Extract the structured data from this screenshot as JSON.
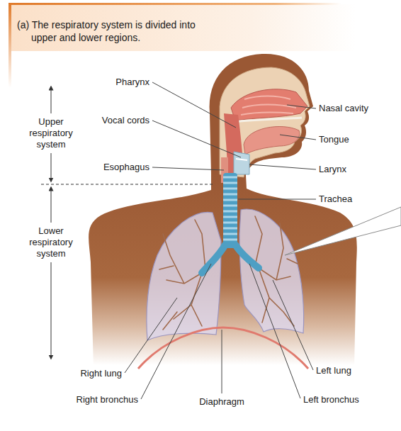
{
  "diagram": {
    "title": "(a) The respiratory system is divided into upper and lower regions.",
    "labels": [
      "Pharynx",
      "Nasal cavity",
      "Upper respiratory system",
      "Vocal cords",
      "Tongue",
      "Esophagus",
      "Larynx",
      "Trachea",
      "Lower respiratory system",
      "Right lung",
      "Left lung",
      "Right bronchus",
      "Diaphragm",
      "Left bronchus"
    ]
  }
}
